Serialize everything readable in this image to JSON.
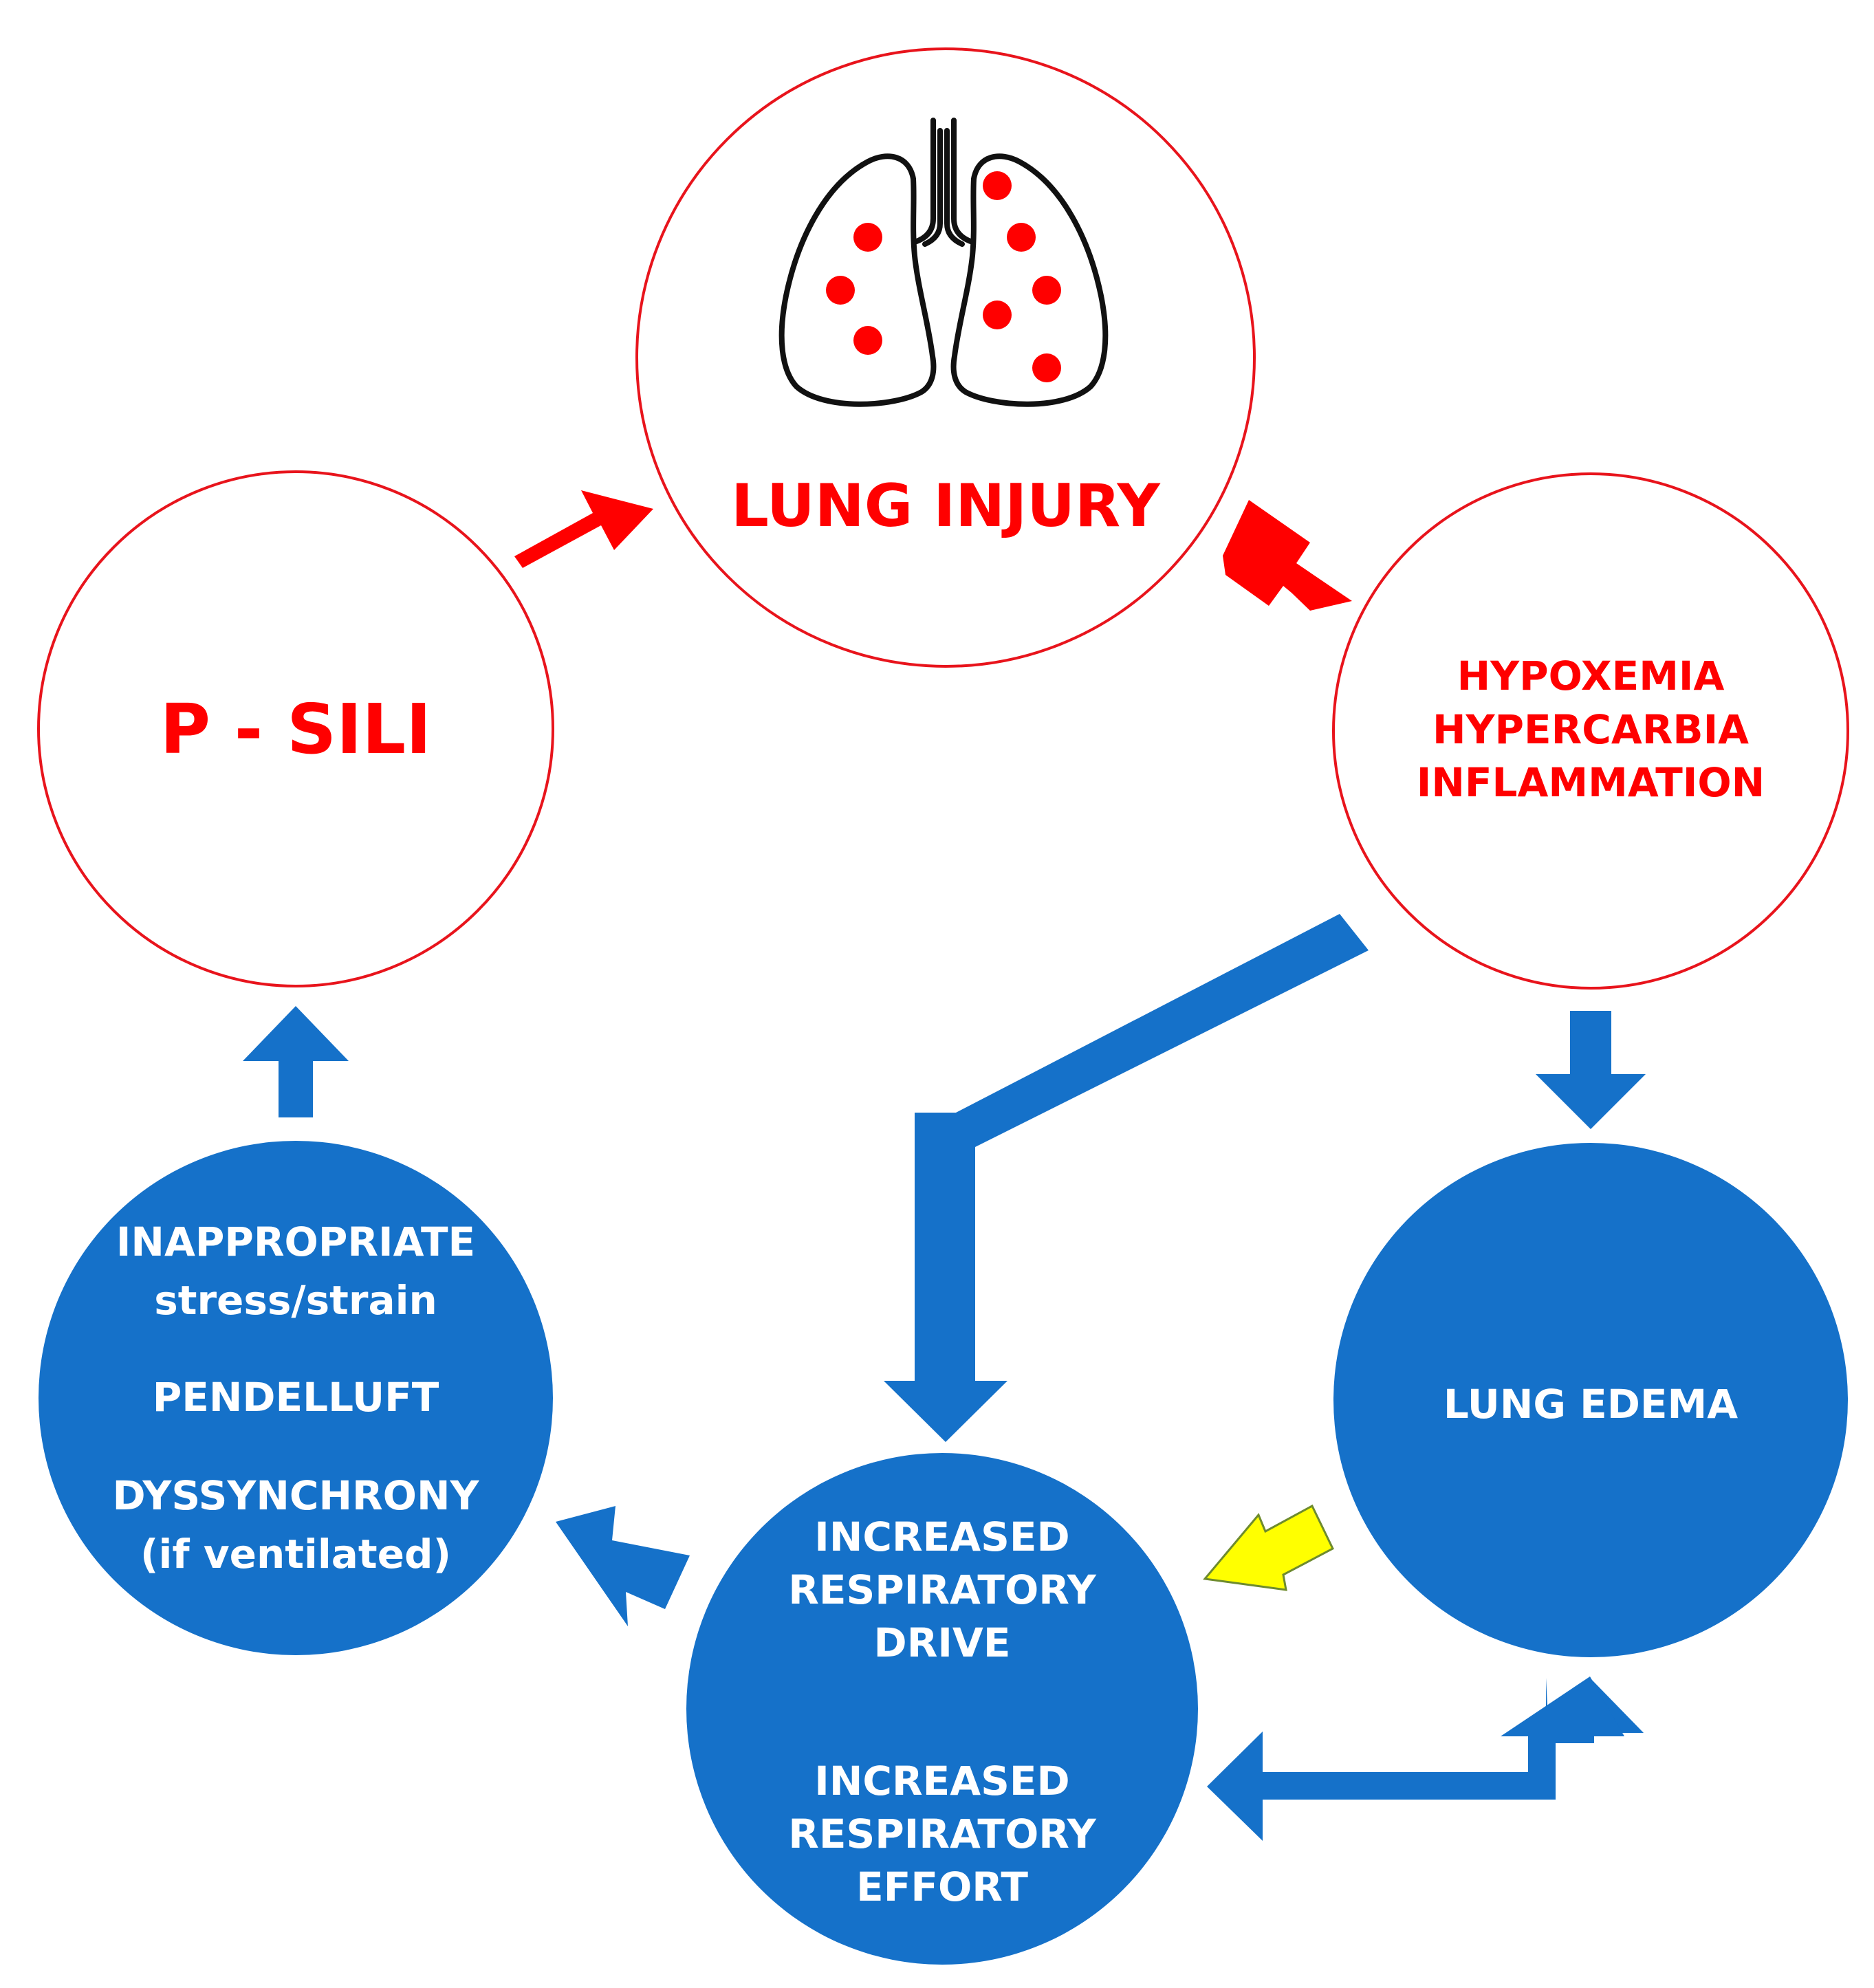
{
  "colors": {
    "red": "#ff0000",
    "outline_red": "#e8141c",
    "blue": "#1571c9",
    "yellow": "#ffff00"
  },
  "nodes": {
    "lung_injury": {
      "label": "LUNG INJURY",
      "icon": "lungs-icon"
    },
    "psili": {
      "label": "P - SILI"
    },
    "hypoxemia": {
      "lines": [
        "HYPOXEMIA",
        "HYPERCARBIA",
        "INFLAMMATION"
      ]
    },
    "inappropriate": {
      "lines": [
        "INAPPROPRIATE",
        "stress/strain",
        "PENDELLUFT",
        "DYSSYNCHRONY",
        "(if ventilated)"
      ]
    },
    "lung_edema": {
      "label": "LUNG EDEMA"
    },
    "increased": {
      "lines": [
        "INCREASED",
        "RESPIRATORY",
        "DRIVE",
        "INCREASED",
        "RESPIRATORY",
        "EFFORT"
      ]
    }
  }
}
